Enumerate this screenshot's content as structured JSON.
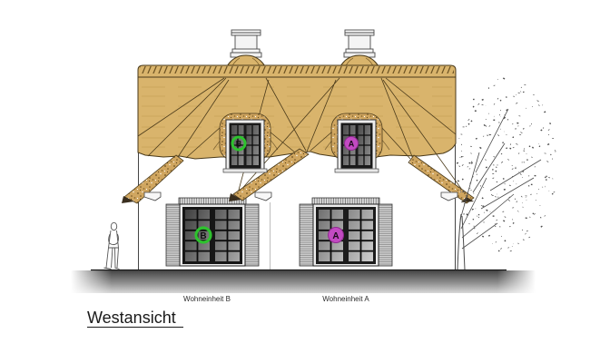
{
  "drawing": {
    "title": "Westansicht",
    "units": [
      {
        "key": "B",
        "label": "Wohneinheit B",
        "marker": "B",
        "marker_color": "#2ec22e",
        "marker_style": "ring"
      },
      {
        "key": "A",
        "label": "Wohneinheit A",
        "marker": "A",
        "marker_color": "#c24ac2",
        "marker_style": "filled"
      }
    ],
    "colors": {
      "roof_thatch": "#d9b46c",
      "roof_outline": "#4a3a1a",
      "wall": "#ffffff",
      "ground_dark": "#474747",
      "marker_green": "#2ec22e",
      "marker_magenta": "#c24ac2"
    }
  }
}
